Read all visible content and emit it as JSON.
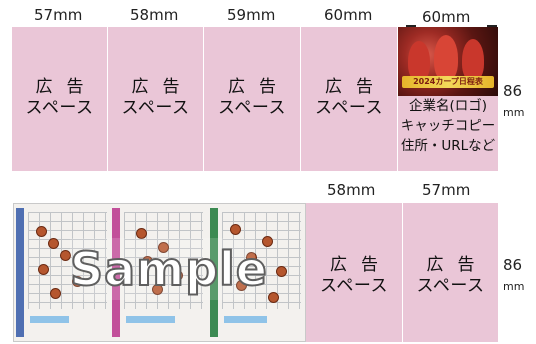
{
  "top_row": {
    "widths": [
      "57mm",
      "58mm",
      "59mm",
      "60mm",
      "60mm"
    ],
    "height": "86",
    "height_unit": "mm",
    "panels": [
      {
        "line1": "広告",
        "line2": "スペース"
      },
      {
        "line1": "広告",
        "line2": "スペース"
      },
      {
        "line1": "広告",
        "line2": "スペース"
      },
      {
        "line1": "広告",
        "line2": "スペース"
      }
    ],
    "last_panel": {
      "photo_caption": "2024カープ日程表",
      "lines": [
        "企業名(ロゴ)",
        "キャッチコピー",
        "住所・URLなど"
      ]
    }
  },
  "bottom_row": {
    "widths": [
      "58mm",
      "57mm"
    ],
    "height": "86",
    "height_unit": "mm",
    "watermark": "Sample",
    "panels": [
      {
        "line1": "広告",
        "line2": "スペース"
      },
      {
        "line1": "広告",
        "line2": "スペース"
      }
    ]
  },
  "colors": {
    "panel": "#eac6d7",
    "watermark_stroke": "#5f5f5f"
  }
}
